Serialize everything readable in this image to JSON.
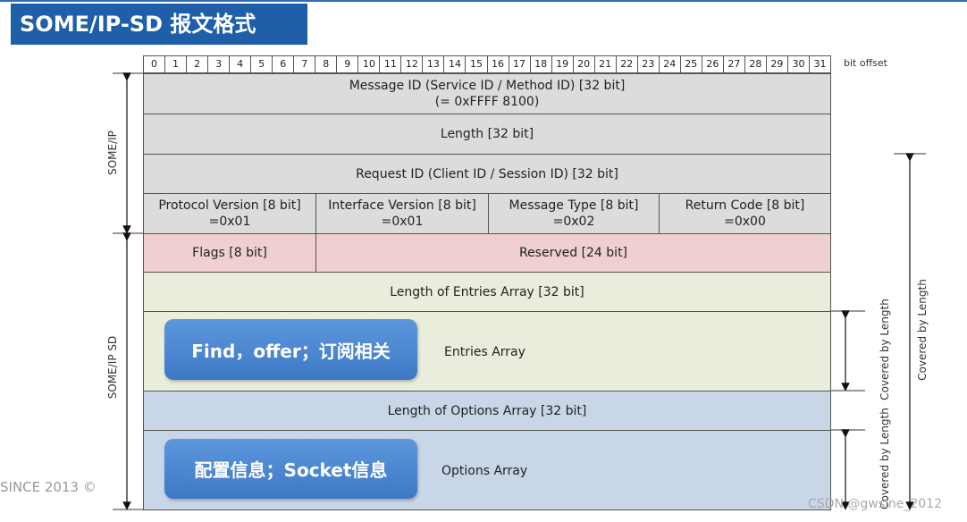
{
  "title": "SOME/IP-SD 报文格式",
  "bit_offsets": [
    "0",
    "1",
    "2",
    "3",
    "4",
    "5",
    "6",
    "7",
    "8",
    "9",
    "10",
    "11",
    "12",
    "13",
    "14",
    "15",
    "16",
    "17",
    "18",
    "19",
    "20",
    "21",
    "22",
    "23",
    "24",
    "25",
    "26",
    "27",
    "28",
    "29",
    "30",
    "31"
  ],
  "bit_offset_label": "bit offset",
  "rows": {
    "message_id": {
      "line1": "Message ID (Service ID / Method ID) [32 bit]",
      "line2": "(= 0xFFFF 8100)"
    },
    "length": "Length [32 bit]",
    "request_id": "Request ID (Client ID / Session ID) [32 bit]",
    "protocol_version": {
      "line1": "Protocol Version [8 bit]",
      "line2": "=0x01"
    },
    "interface_version": {
      "line1": "Interface Version [8 bit]",
      "line2": "=0x01"
    },
    "message_type": {
      "line1": "Message Type [8 bit]",
      "line2": "=0x02"
    },
    "return_code": {
      "line1": "Return Code [8 bit]",
      "line2": "=0x00"
    },
    "flags": "Flags [8 bit]",
    "reserved": "Reserved [24 bit]",
    "length_entries": "Length of Entries Array [32 bit]",
    "entries_array": "Entries Array",
    "length_options": "Length of Options Array [32 bit]",
    "options_array": "Options Array"
  },
  "callouts": {
    "entries": "Find，offer；订阅相关",
    "options": "配置信息；Socket信息"
  },
  "side_labels": {
    "someip": "SOME/IP",
    "someip_sd": "SOME/IP SD",
    "covered_entries": "Covered by Length",
    "covered_options": "Covered by Length",
    "covered_total": "Covered by Length"
  },
  "footer": {
    "since": "SINCE 2013 ©",
    "watermark": "CSDN @gwsine_2012"
  }
}
